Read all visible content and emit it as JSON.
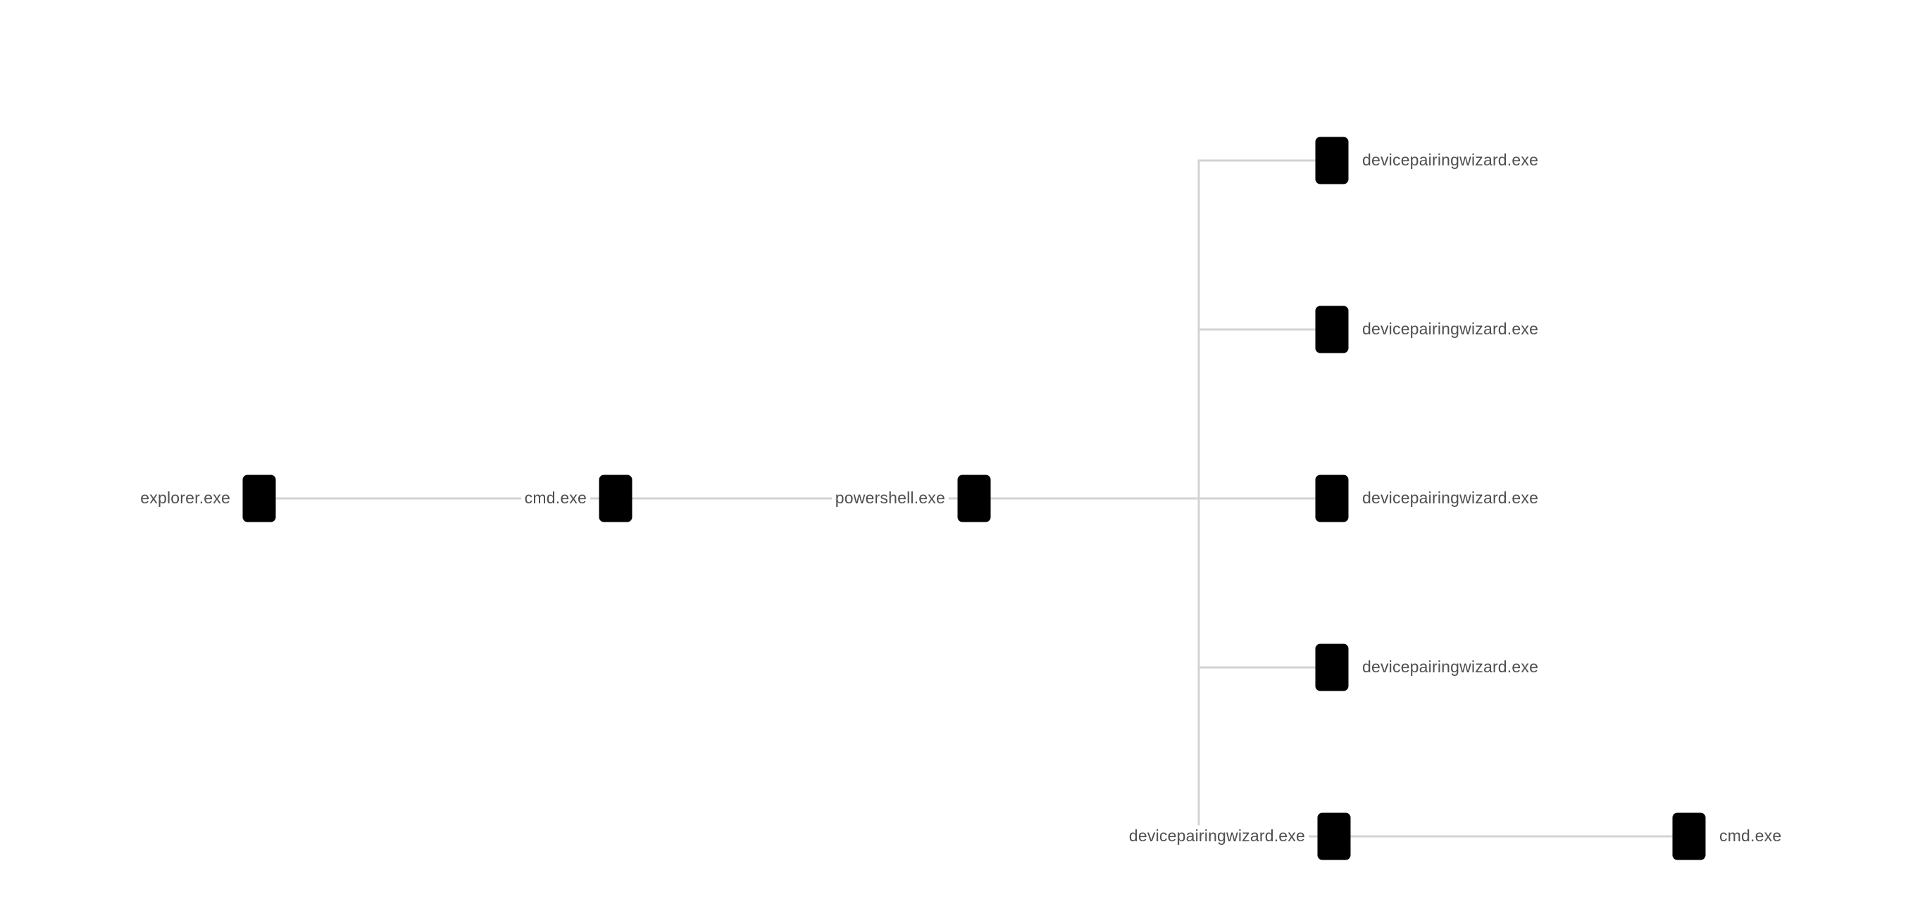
{
  "diagram": {
    "type": "process-tree",
    "background_color": "#ffffff",
    "edge_color": "#d3d3d3",
    "label_color": "#4f4f4f",
    "icon_color": "#0a0a0a",
    "icon_name": "process-executable-icon",
    "nodes": [
      {
        "id": "explorer",
        "label": "explorer.exe"
      },
      {
        "id": "cmd-1",
        "label": "cmd.exe"
      },
      {
        "id": "powershell",
        "label": "powershell.exe"
      },
      {
        "id": "dpw-1",
        "label": "devicepairingwizard.exe"
      },
      {
        "id": "dpw-2",
        "label": "devicepairingwizard.exe"
      },
      {
        "id": "dpw-3",
        "label": "devicepairingwizard.exe"
      },
      {
        "id": "dpw-4",
        "label": "devicepairingwizard.exe"
      },
      {
        "id": "dpw-5",
        "label": "devicepairingwizard.exe"
      },
      {
        "id": "cmd-2",
        "label": "cmd.exe"
      }
    ],
    "edges": [
      {
        "from": "explorer",
        "to": "cmd-1"
      },
      {
        "from": "cmd-1",
        "to": "powershell"
      },
      {
        "from": "powershell",
        "to": "dpw-1"
      },
      {
        "from": "powershell",
        "to": "dpw-2"
      },
      {
        "from": "powershell",
        "to": "dpw-3"
      },
      {
        "from": "powershell",
        "to": "dpw-4"
      },
      {
        "from": "powershell",
        "to": "dpw-5"
      },
      {
        "from": "dpw-5",
        "to": "cmd-2"
      }
    ]
  }
}
